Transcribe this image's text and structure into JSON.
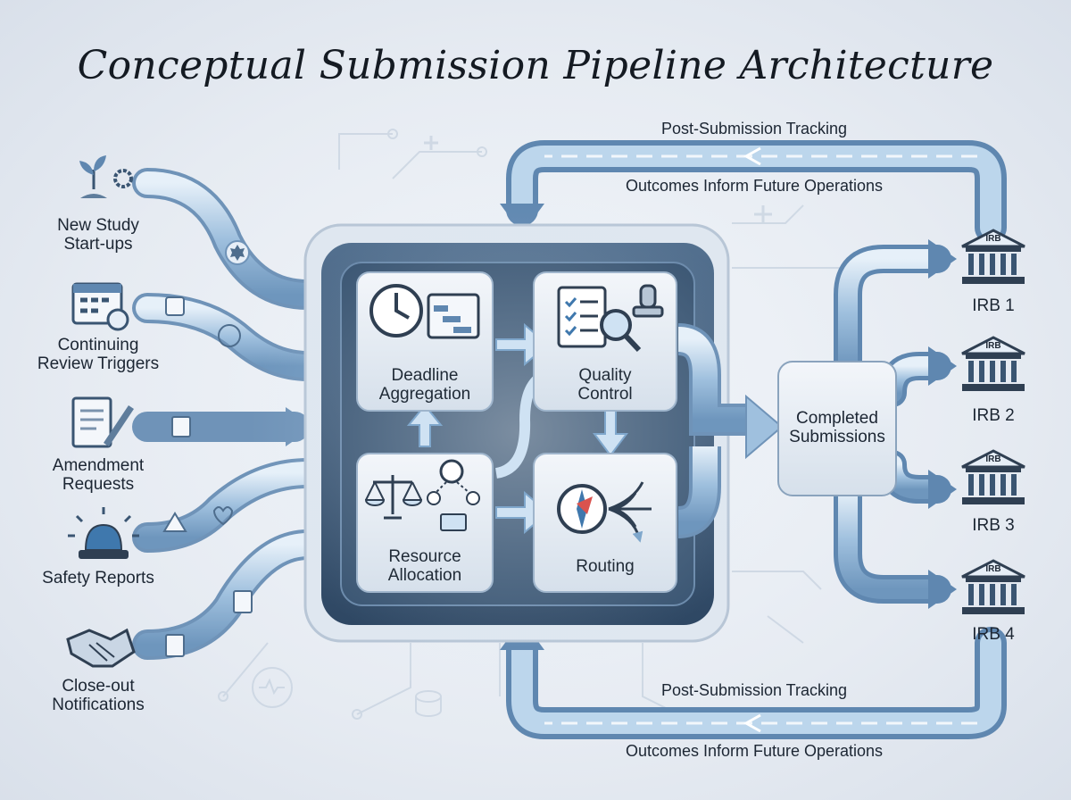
{
  "title": "Conceptual Submission Pipeline Architecture",
  "inputs": [
    {
      "line1": "New Study",
      "line2": "Start-ups",
      "icon": "seedling-gear-icon"
    },
    {
      "line1": "Continuing",
      "line2": "Review Triggers",
      "icon": "calendar-refresh-icon"
    },
    {
      "line1": "Amendment",
      "line2": "Requests",
      "icon": "document-pen-icon"
    },
    {
      "line1": "Safety Reports",
      "line2": "",
      "icon": "alarm-light-icon"
    },
    {
      "line1": "Close-out",
      "line2": "Notifications",
      "icon": "handshake-icon"
    }
  ],
  "stages": {
    "deadline": {
      "line1": "Deadline",
      "line2": "Aggregation",
      "icon": "clock-gantt-icon"
    },
    "quality": {
      "line1": "Quality",
      "line2": "Control",
      "icon": "checklist-magnifier-icon"
    },
    "resource": {
      "line1": "Resource",
      "line2": "Allocation",
      "icon": "scales-network-icon"
    },
    "routing": {
      "line1": "Routing",
      "icon": "compass-arrows-icon"
    }
  },
  "completed": {
    "line1": "Completed",
    "line2": "Submissions"
  },
  "outputs": [
    {
      "label": "IRB 1",
      "badge": "IRB"
    },
    {
      "label": "IRB 2",
      "badge": "IRB"
    },
    {
      "label": "IRB 3",
      "badge": "IRB"
    },
    {
      "label": "IRB 4",
      "badge": "IRB"
    }
  ],
  "feedback_top": {
    "tracking": "Post-Submission Tracking",
    "outcomes": "Outcomes Inform Future Operations"
  },
  "feedback_bottom": {
    "tracking": "Post-Submission Tracking",
    "outcomes": "Outcomes Inform Future Operations"
  },
  "colors": {
    "pipe": "#6f9bc3",
    "pipe_light": "#c8def0",
    "accent": "#3f78ad",
    "frame": "#3f5a78",
    "card": "#eaf0f6"
  }
}
